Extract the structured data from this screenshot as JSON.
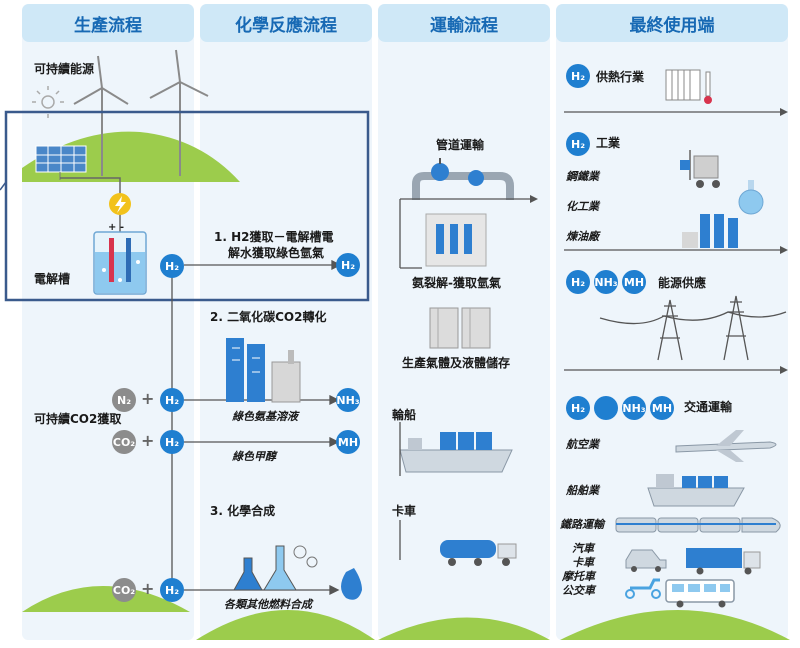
{
  "headers": [
    "生產流程",
    "化學反應流程",
    "運輸流程",
    "最終使用端"
  ],
  "production": {
    "renewable": "可持續能源",
    "electrolyzer": "電解槽",
    "co2_capture": "可持續CO2獲取"
  },
  "chemistry": {
    "step1_line1": "1. H2獲取－電解槽電",
    "step1_line2": "解水獲取綠色氫氣",
    "step2": "2. 二氧化碳CO2轉化",
    "ammonia_solution": "綠色氨基溶液",
    "methanol": "綠色甲醇",
    "step3": "3. 化學合成",
    "other_fuels": "各類其他燃料合成"
  },
  "transport": {
    "pipeline": "管道運輸",
    "ammonia_crack": "氨裂解-獲取氫氣",
    "storage": "生產氣體及液體儲存",
    "ship": "輪船",
    "truck": "卡車"
  },
  "enduse": {
    "heating": "供熱行業",
    "industry": "工業",
    "steel": "鋼鐵業",
    "chemical": "化工業",
    "refinery": "煉油廠",
    "energy": "能源供應",
    "mobility": "交通運輸",
    "aviation": "航空業",
    "shipping": "船舶業",
    "rail": "鐵路運輸",
    "car": "汽車",
    "truck": "卡車",
    "moto": "摩托車",
    "bus": "公交車"
  },
  "chips": {
    "h2": "H₂",
    "n2": "N₂",
    "co2": "CO₂",
    "nh3": "NH₃",
    "mh": "MH"
  },
  "colors": {
    "header_bg": "#cfe8f7",
    "header_text": "#1769b4",
    "panel_bg": "#eef5fb",
    "blue": "#1f7fd0",
    "hill_green": "#9ccc4c",
    "highlight_box": "#3a5a8c"
  }
}
